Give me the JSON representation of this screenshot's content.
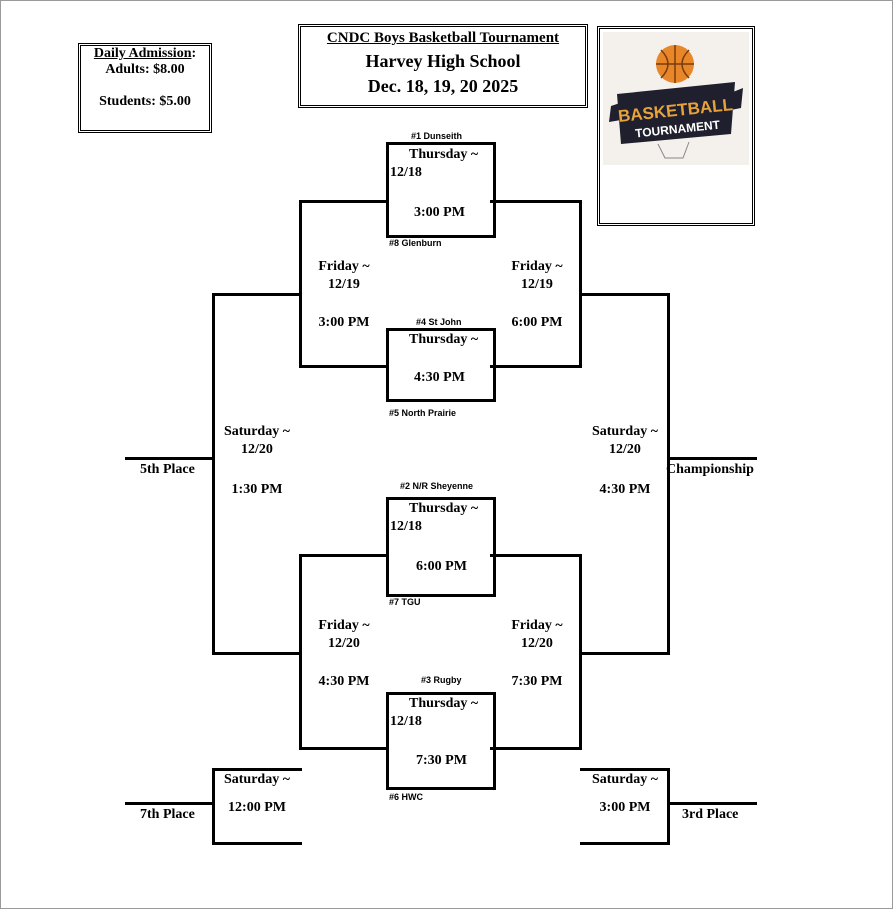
{
  "title": {
    "line1": "CNDC Boys Basketball Tournament",
    "line2": "Harvey High School",
    "line3": "Dec. 18, 19, 20 2025"
  },
  "admission": {
    "heading": "Daily Admission",
    "colon": ":",
    "adults": "Adults: $8.00",
    "students": "Students: $5.00"
  },
  "logo": {
    "word1": "BASKETBALL",
    "word2": "TOURNAMENT"
  },
  "seeds": {
    "s1": "#1 Dunseith",
    "s8": "#8 Glenburn",
    "s4": "#4 St John",
    "s5": "#5 North Prairie",
    "s2": "#2 N/R Sheyenne",
    "s7": "#7 TGU",
    "s3": "#3 Rugby",
    "s6": "#6 HWC"
  },
  "games": {
    "g1": {
      "day": "Thursday ~",
      "date": "12/18",
      "time": "3:00 PM"
    },
    "g2": {
      "day": "Thursday ~",
      "time": "4:30 PM"
    },
    "g3": {
      "day": "Thursday ~",
      "date": "12/18",
      "time": "6:00 PM"
    },
    "g4": {
      "day": "Thursday ~",
      "date": "12/18",
      "time": "7:30 PM"
    },
    "f_left_top": {
      "day": "Friday ~",
      "date": "12/19",
      "time": "3:00 PM"
    },
    "f_right_top": {
      "day": "Friday ~",
      "date": "12/19",
      "time": "6:00 PM"
    },
    "f_left_bot": {
      "day": "Friday ~",
      "date": "12/20",
      "time": "4:30 PM"
    },
    "f_right_bot": {
      "day": "Friday ~",
      "date": "12/20",
      "time": "7:30 PM"
    },
    "sat_left": {
      "day": "Saturday ~",
      "date": "12/20",
      "time": "1:30 PM"
    },
    "sat_right": {
      "day": "Saturday ~",
      "date": "12/20",
      "time": "4:30 PM"
    },
    "sat_7th": {
      "day": "Saturday ~",
      "time": "12:00 PM"
    },
    "sat_3rd": {
      "day": "Saturday ~",
      "time": "3:00 PM"
    }
  },
  "places": {
    "fifth": "5th Place",
    "championship": "Championship",
    "seventh": "7th Place",
    "third": "3rd Place"
  },
  "colors": {
    "logo_orange": "#e8872a",
    "logo_dark": "#1f1f2e"
  }
}
